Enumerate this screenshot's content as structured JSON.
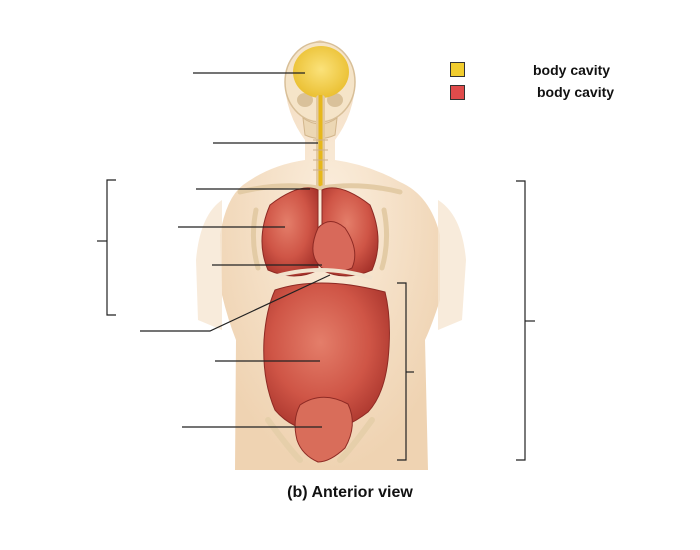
{
  "legend": {
    "items": [
      {
        "label": "body cavity",
        "color": "#f2cd2e"
      },
      {
        "label": "body cavity",
        "color": "#e04b4b"
      }
    ]
  },
  "caption": "(b) Anterior view",
  "colors": {
    "skin": "#f3dcc0",
    "bone": "#f6e7cf",
    "organ": "#c9473f",
    "organ_dark": "#9c2c26",
    "nerve": "#e7b81a",
    "line": "#222222"
  }
}
